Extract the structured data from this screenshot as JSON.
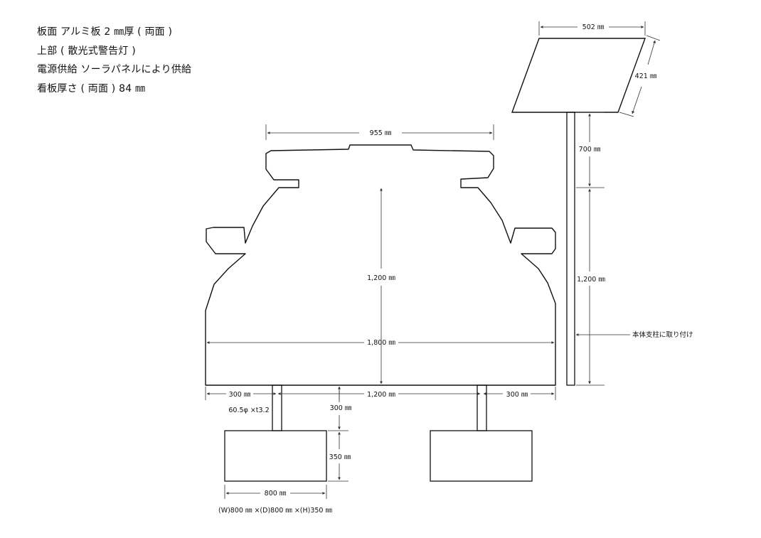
{
  "notes": [
    "板面 アルミ板 2 ㎜厚 ( 両面 )",
    "上部 ( 散光式警告灯 )",
    "電源供給 ソーラパネルにより供給",
    "看板厚さ ( 両面 ) 84 ㎜"
  ],
  "dimensions": {
    "panel_width": "502 ㎜",
    "panel_height": "421 ㎜",
    "top_width": "955 ㎜",
    "pole_upper": "700 ㎜",
    "body_height": "1,200 ㎜",
    "pole_lower": "1,200 ㎜",
    "body_width": "1,800 ㎜",
    "left_offset": "300 ㎜",
    "leg_spacing": "1,200 ㎜",
    "right_offset": "300 ㎜",
    "leg_height": "300 ㎜",
    "pipe_spec": "60.5φ ×t3.2",
    "base_height": "350 ㎜",
    "base_width": "800 ㎜",
    "base_spec": "(W)800 ㎜ ×(D)800 ㎜ ×(H)350 ㎜"
  },
  "annotations": {
    "mount_note": "本体支柱に取り付け"
  }
}
